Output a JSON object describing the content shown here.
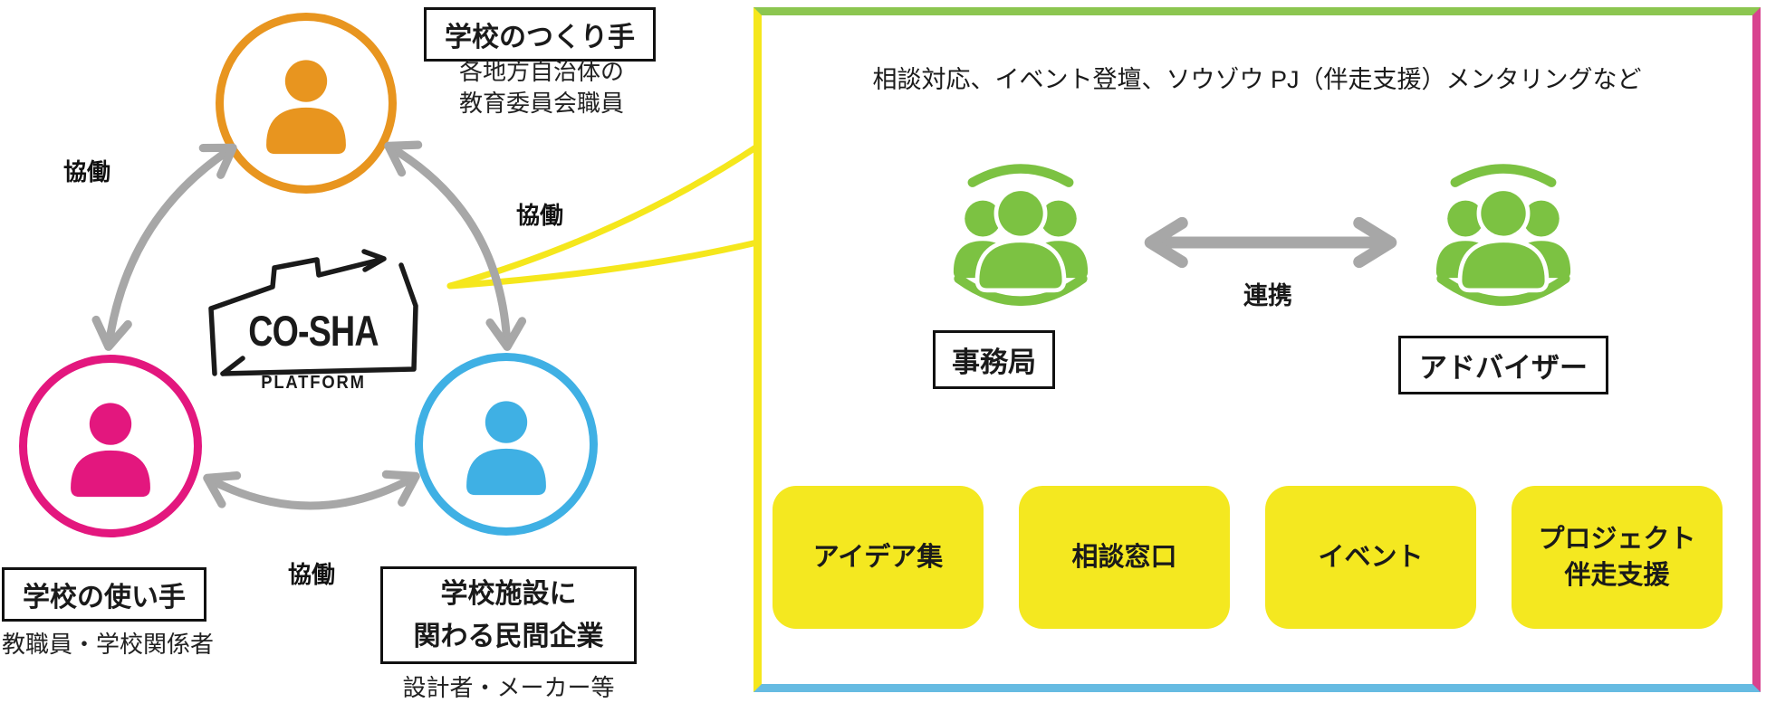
{
  "diagram": {
    "logo": {
      "name": "CO-SHA",
      "subname": "PLATFORM"
    },
    "collaboration_label": "協働",
    "actors": [
      {
        "id": "school-maker",
        "title": "学校のつくり手",
        "description": "各地方自治体の\n教育委員会職員",
        "color": "#E8951F"
      },
      {
        "id": "school-user",
        "title": "学校の使い手",
        "description": "教職員・学校関係者",
        "color": "#E3177E"
      },
      {
        "id": "private-company",
        "title": "学校施設に\n関わる民間企業",
        "description": "設計者・メーカー等",
        "color": "#3FB0E4"
      }
    ]
  },
  "panel": {
    "services_line": "相談対応、イベント登壇、ソウゾウ PJ（伴走支援）メンタリングなど",
    "secretariat_label": "事務局",
    "advisor_label": "アドバイザー",
    "cooperation_label": "連携",
    "cards": [
      {
        "label": "アイデア集"
      },
      {
        "label": "相談窓口"
      },
      {
        "label": "イベント"
      },
      {
        "label": "プロジェクト\n伴走支援"
      }
    ]
  },
  "colors": {
    "orange": "#E8951F",
    "magenta": "#E3177E",
    "blue": "#3FB0E4",
    "green": "#7CC242",
    "yellow": "#F5E71C",
    "card_yellow": "#F4E820",
    "arrow_gray": "#A7A7A7",
    "border_green": "#8CC650",
    "border_magenta": "#D8438F",
    "border_blue": "#66BBE2"
  }
}
